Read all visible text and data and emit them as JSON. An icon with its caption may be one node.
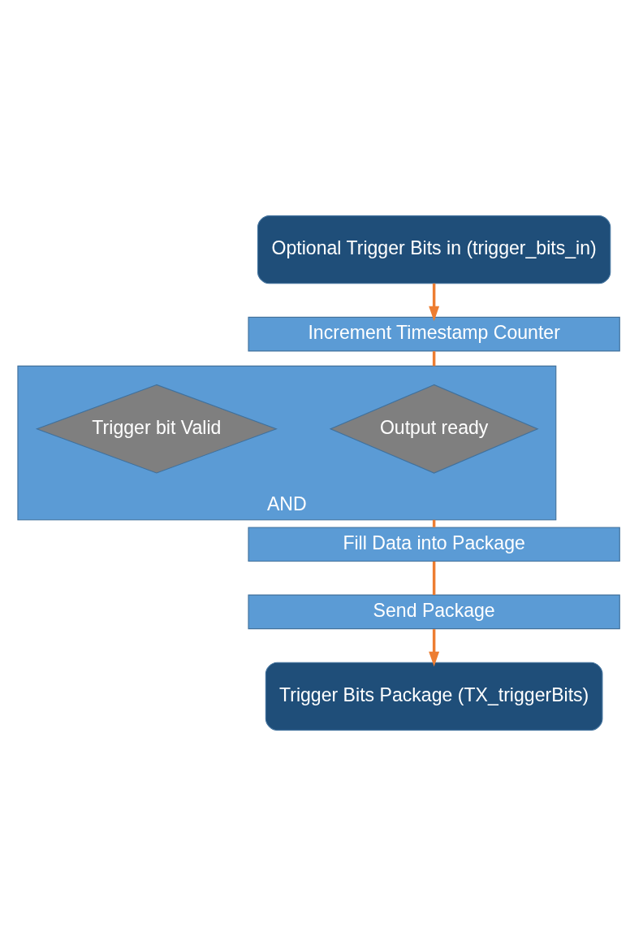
{
  "diagram": {
    "nodes": [
      {
        "text": [
          "Optional Trigger Bits in (trigger_bits_in)"
        ]
      },
      {
        "text": [
          "Increment Timestamp Counter"
        ]
      },
      {
        "text": [
          "AND"
        ]
      },
      {
        "text": [
          "Output ready"
        ],
        "in": 2
      },
      {
        "text": [
          "Trigger bit Valid"
        ],
        "in": 2
      },
      {
        "text": [
          "Fill Data into Package"
        ]
      },
      {
        "text": [
          "Send Package"
        ]
      },
      {
        "text": [
          "Trigger Bits Package (TX_triggerBits)"
        ]
      }
    ],
    "edges": [
      {
        "from": 0,
        "to": 1,
        "arrow": "to"
      },
      {
        "from": 1,
        "to": 2,
        "arrow": "none"
      },
      {
        "from": 2,
        "to": 5,
        "arrow": "none"
      },
      {
        "from": 5,
        "to": 6,
        "arrow": "none"
      },
      {
        "from": 6,
        "to": 7,
        "arrow": "to"
      }
    ]
  }
}
